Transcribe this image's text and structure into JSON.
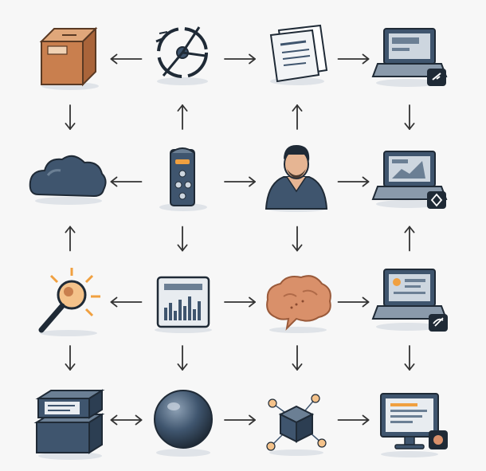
{
  "nodes": [
    {
      "id": "box",
      "icon": "cardboard-box-icon"
    },
    {
      "id": "wheel",
      "icon": "target-wheel-icon"
    },
    {
      "id": "documents",
      "icon": "documents-icon"
    },
    {
      "id": "laptop-1",
      "icon": "laptop-pen-icon"
    },
    {
      "id": "cloud",
      "icon": "cloud-icon"
    },
    {
      "id": "device",
      "icon": "control-device-icon"
    },
    {
      "id": "person",
      "icon": "person-icon"
    },
    {
      "id": "laptop-2",
      "icon": "laptop-chart-icon"
    },
    {
      "id": "magnifier",
      "icon": "magnifying-glass-icon"
    },
    {
      "id": "chart-panel",
      "icon": "bar-chart-panel-icon"
    },
    {
      "id": "brain",
      "icon": "brain-thought-icon"
    },
    {
      "id": "laptop-3",
      "icon": "laptop-profile-icon"
    },
    {
      "id": "servers",
      "icon": "server-stack-icon"
    },
    {
      "id": "sphere",
      "icon": "sphere-icon"
    },
    {
      "id": "cube-network",
      "icon": "cube-network-icon"
    },
    {
      "id": "monitor",
      "icon": "monitor-icon"
    }
  ],
  "arrows": [
    {
      "from": "wheel",
      "to": "box",
      "kind": "left"
    },
    {
      "from": "wheel",
      "to": "documents",
      "kind": "right"
    },
    {
      "from": "documents",
      "to": "laptop-1",
      "kind": "right"
    },
    {
      "from": "device",
      "to": "cloud",
      "kind": "left"
    },
    {
      "from": "device",
      "to": "person",
      "kind": "right"
    },
    {
      "from": "person",
      "to": "laptop-2",
      "kind": "right"
    },
    {
      "from": "chart-panel",
      "to": "magnifier",
      "kind": "left"
    },
    {
      "from": "chart-panel",
      "to": "brain",
      "kind": "right"
    },
    {
      "from": "brain",
      "to": "laptop-3",
      "kind": "right"
    },
    {
      "from": "servers",
      "to": "sphere",
      "kind": "both"
    },
    {
      "from": "sphere",
      "to": "cube-network",
      "kind": "right"
    },
    {
      "from": "cube-network",
      "to": "monitor",
      "kind": "right"
    },
    {
      "from": "box",
      "to": "cloud",
      "kind": "down"
    },
    {
      "from": "device",
      "to": "wheel",
      "kind": "up"
    },
    {
      "from": "person",
      "to": "documents",
      "kind": "up"
    },
    {
      "from": "laptop-1",
      "to": "laptop-2",
      "kind": "down"
    },
    {
      "from": "magnifier",
      "to": "cloud",
      "kind": "up"
    },
    {
      "from": "device",
      "to": "chart-panel",
      "kind": "down"
    },
    {
      "from": "person",
      "to": "brain",
      "kind": "down"
    },
    {
      "from": "laptop-3",
      "to": "laptop-2",
      "kind": "up"
    },
    {
      "from": "magnifier",
      "to": "servers",
      "kind": "down"
    },
    {
      "from": "chart-panel",
      "to": "sphere",
      "kind": "down"
    },
    {
      "from": "brain",
      "to": "cube-network",
      "kind": "down"
    },
    {
      "from": "laptop-3",
      "to": "monitor",
      "kind": "down"
    }
  ],
  "colors": {
    "background": "#f7f7f7",
    "navy": "#3f556e",
    "dark": "#1f2a36",
    "accent-orange": "#f0a040",
    "box-brown": "#c97f4e",
    "brain-tan": "#d9906a",
    "arrow": "#333333"
  }
}
